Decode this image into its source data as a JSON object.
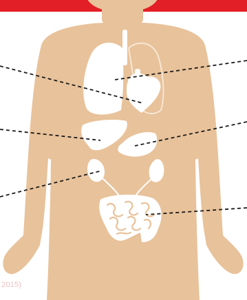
{
  "colors": {
    "banner": "#e21f26",
    "body": "#e8c29a",
    "organ": "#ffffff",
    "leader_line": "#1a1a1a",
    "caption": "#f1bfc0"
  },
  "organs": [
    "lungs",
    "heart",
    "liver",
    "stomach",
    "kidneys",
    "intestines"
  ],
  "caption": {
    "text": "2015)"
  }
}
